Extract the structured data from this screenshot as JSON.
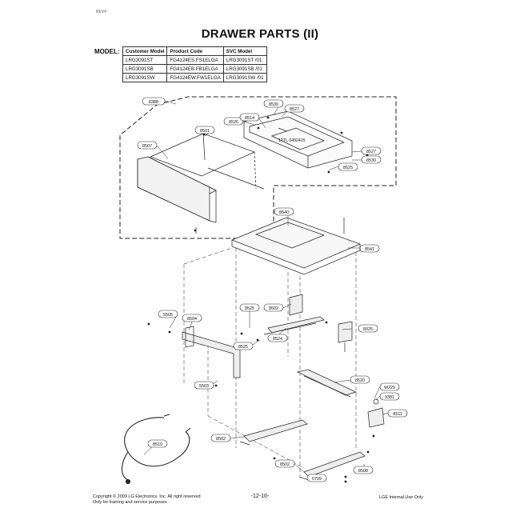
{
  "corner_text": "REV#",
  "title": "DRAWER PARTS (II)",
  "model_label": "MODEL:",
  "model_table": {
    "headers": [
      "Customer Model",
      "Product Code",
      "SVC Model"
    ],
    "rows": [
      [
        "LRG3091ST",
        "FG4124ES.FS1ELGA",
        "LRG3091ST /01"
      ],
      [
        "LRG3091SB",
        "FG4124EB.FB1ELGA",
        "LRG3091SB /01"
      ],
      [
        "LRG3091SW",
        "FG4124EW.FW1ELGA",
        "LRG3091SW /01"
      ]
    ]
  },
  "part_labels": {
    "p8388": "8388",
    "p8530a": "8530",
    "p8527a": "8527",
    "p8526": "8526",
    "p8514": "8514",
    "p8501": "8501",
    "p8507": "8507",
    "p8527b": "8527",
    "p8530b": "8530",
    "p8525a": "8525",
    "p8540": "8540",
    "p8541": "8541",
    "p5505": "5505",
    "p8504": "8504",
    "p8525b": "8525",
    "p8502a": "8502",
    "p8025": "8025",
    "p8524": "8524",
    "p8525c": "8525",
    "p5503": "5503",
    "p8520": "8520",
    "pW229": "W229",
    "p9381": "9381",
    "p8511": "8511",
    "p8519": "8519",
    "p8502b": "8502",
    "p8502c": "8502",
    "p8508": "8508",
    "p0709": "0709"
  },
  "inner_label": "1TTL 0492415",
  "footer": {
    "copyright": "Copyright © 2009 LG Electronics. Inc. All right reserved",
    "training": "Only for training and service purposes",
    "page_number": "-12-10-",
    "internal": "LGE Internal Use Only"
  }
}
